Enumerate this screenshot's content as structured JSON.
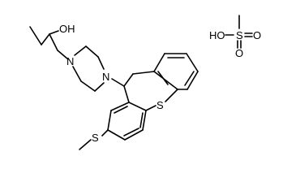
{
  "molecule": {
    "labels": {
      "hydroxyl": "OH",
      "amine_n1": "N",
      "amine_n2": "N",
      "ring_sulfur": "S",
      "thioether_sulfur": "S"
    },
    "salt": {
      "acid_oh": "HO",
      "sulfur": "S",
      "oxo_1": "O",
      "oxo_2": "O"
    }
  }
}
